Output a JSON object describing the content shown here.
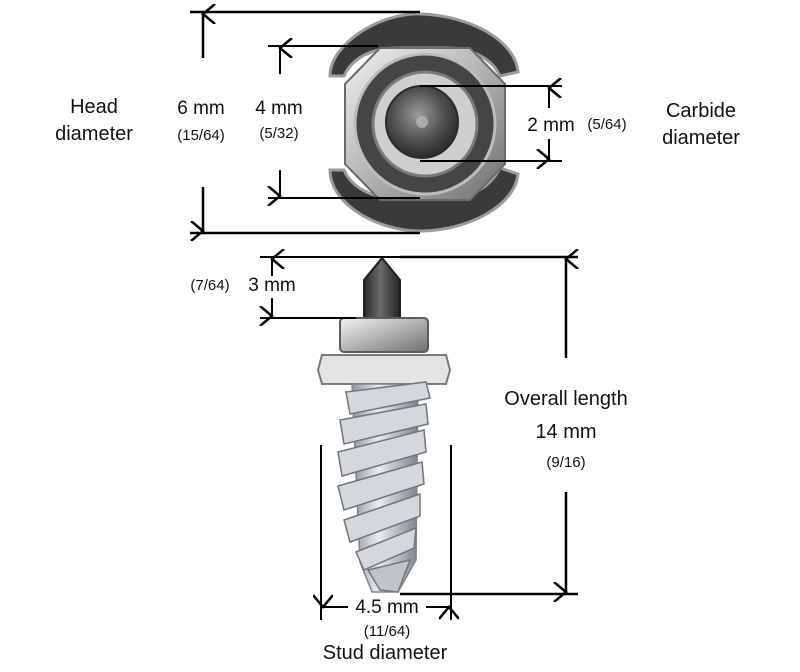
{
  "head_diameter": {
    "title_line1": "Head",
    "title_line2": "diameter",
    "mm": "6 mm",
    "inch": "(15/64)"
  },
  "inner_diameter": {
    "mm": "4 mm",
    "inch": "(5/32)"
  },
  "carbide_diameter": {
    "mm": "2 mm",
    "inch": "(5/64)",
    "title_line1": "Carbide",
    "title_line2": "diameter"
  },
  "pin_height": {
    "inch": "(7/64)",
    "mm": "3 mm"
  },
  "overall_length": {
    "title": "Overall length",
    "mm": "14 mm",
    "inch": "(9/16)"
  },
  "stud_diameter": {
    "mm": "4.5 mm",
    "inch": "(11/64)",
    "title": "Stud diameter"
  },
  "colors": {
    "line": "#000000",
    "metal_light": "#d9d9d9",
    "metal_mid": "#a9a9a9",
    "metal_dark": "#3c3c3c",
    "carbide": "#4a4a4a"
  }
}
